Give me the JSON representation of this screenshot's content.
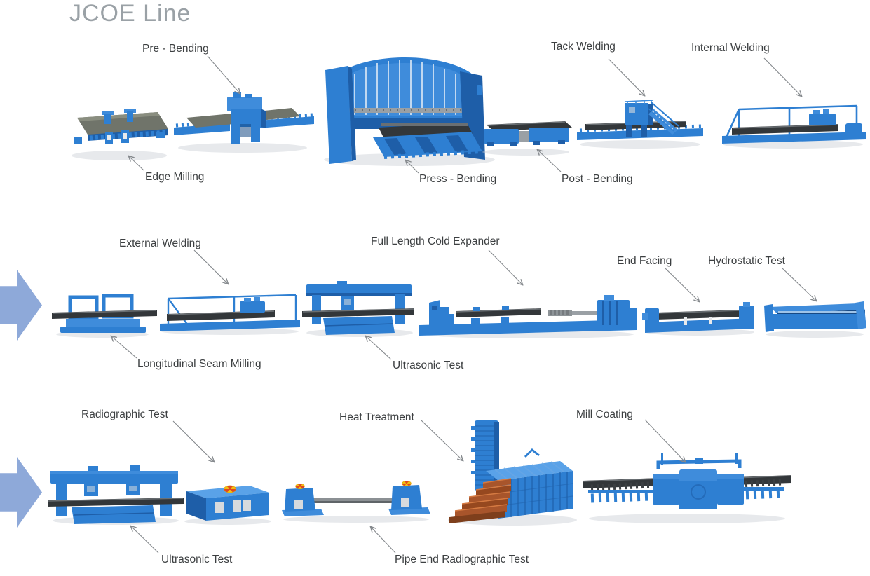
{
  "title": "JCOE Line",
  "colors": {
    "machine_blue": "#2e7fd2",
    "machine_blue_dark": "#1d5da5",
    "machine_blue_light": "#5aa2e8",
    "flow_arrow_blue": "#8ea9d9",
    "label_text": "#3c3f41",
    "title_text": "#9aa1a6",
    "leader_line": "#85898d",
    "plate_olive": "#70746a",
    "pipe_dark": "#35383b",
    "copper_rollers": "#b25c2e",
    "radiation_yellow": "#f2c012",
    "radiation_red": "#e0481f",
    "background": "#ffffff"
  },
  "flow_arrows": [
    {
      "id": "row-2-flow-arrow",
      "direction": "right"
    },
    {
      "id": "row-3-flow-arrow",
      "direction": "right"
    }
  ],
  "stations": [
    {
      "id": "pre-bending",
      "label": "Pre - Bending",
      "row": 1
    },
    {
      "id": "edge-milling",
      "label": "Edge Milling",
      "row": 1
    },
    {
      "id": "press-bending",
      "label": "Press - Bending",
      "row": 1
    },
    {
      "id": "post-bending",
      "label": "Post - Bending",
      "row": 1
    },
    {
      "id": "tack-welding",
      "label": "Tack Welding",
      "row": 1
    },
    {
      "id": "internal-welding",
      "label": "Internal Welding",
      "row": 1
    },
    {
      "id": "external-welding",
      "label": "External Welding",
      "row": 2
    },
    {
      "id": "longitudinal-seam-milling",
      "label": "Longitudinal Seam Milling",
      "row": 2
    },
    {
      "id": "full-length-cold-expander",
      "label": "Full Length Cold Expander",
      "row": 2
    },
    {
      "id": "ultrasonic-test-row2",
      "label": "Ultrasonic Test",
      "row": 2
    },
    {
      "id": "end-facing",
      "label": "End Facing",
      "row": 2
    },
    {
      "id": "hydrostatic-test",
      "label": "Hydrostatic Test",
      "row": 2
    },
    {
      "id": "radiographic-test",
      "label": "Radiographic Test",
      "row": 3
    },
    {
      "id": "ultrasonic-test-row3",
      "label": "Ultrasonic Test",
      "row": 3
    },
    {
      "id": "heat-treatment",
      "label": "Heat Treatment",
      "row": 3
    },
    {
      "id": "pipe-end-radiographic-test",
      "label": "Pipe End Radiographic Test",
      "row": 3
    },
    {
      "id": "mill-coating",
      "label": "Mill Coating",
      "row": 3
    }
  ]
}
